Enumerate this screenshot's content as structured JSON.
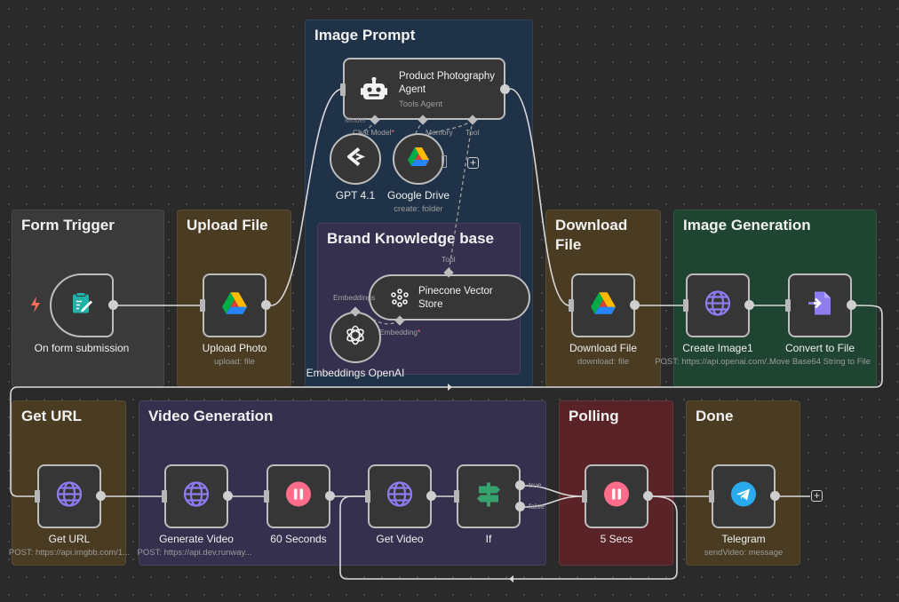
{
  "groups": {
    "image_prompt": "Image Prompt",
    "brand_kb": "Brand Knowledge base",
    "form_trigger": "Form Trigger",
    "upload_file": "Upload File",
    "download_file": "Download File",
    "image_generation": "Image Generation",
    "get_url": "Get URL",
    "video_generation": "Video Generation",
    "polling": "Polling",
    "done": "Done"
  },
  "agent": {
    "title": "Product Photography Agent",
    "subtitle": "Tools Agent"
  },
  "agent_ports": {
    "chat_model": "Chat Model",
    "required_mark": "*",
    "memory": "Memory",
    "tool": "Tool",
    "model_hint": "Model"
  },
  "sub_nodes": {
    "gpt": "GPT 4.1",
    "gdrive": "Google Drive",
    "gdrive_sub": "create: folder",
    "pinecone": "Pinecone Vector Store",
    "embeddings_label": "Embeddings",
    "embedding_label": "Embedding",
    "embeddings_openai": "Embeddings OpenAI",
    "tool_label": "Tool"
  },
  "nodes": {
    "form": {
      "label": "On form submission"
    },
    "upload": {
      "label": "Upload Photo",
      "sub": "upload: file"
    },
    "download": {
      "label": "Download File",
      "sub": "download: file"
    },
    "create_image": {
      "label": "Create Image1",
      "sub": "POST: https://api.openai.com/..."
    },
    "convert": {
      "label": "Convert to File",
      "sub": "Move Base64 String to File"
    },
    "get_url": {
      "label": "Get URL",
      "sub": "POST: https://api.imgbb.com/1..."
    },
    "gen_video": {
      "label": "Generate Video",
      "sub": "POST: https://api.dev.runway..."
    },
    "wait60": {
      "label": "60 Seconds"
    },
    "get_video": {
      "label": "Get Video"
    },
    "if": {
      "label": "If",
      "true": "true",
      "false": "false"
    },
    "wait5": {
      "label": "5 Secs"
    },
    "telegram": {
      "label": "Telegram",
      "sub": "sendVideo: message"
    }
  },
  "colors": {
    "canvas": "#2a2a2a",
    "group_gray": "#3a3a3a",
    "group_brown": "#4a3c22",
    "group_blue": "#1f3248",
    "group_purple": "#36304f",
    "group_green": "#1f4532",
    "group_red": "#5a2328",
    "wire": "#d9d9d9"
  },
  "icons": {
    "form": "form-icon",
    "trigger": "lightning-icon",
    "robot": "robot-icon",
    "gdrive": "google-drive-icon",
    "globe": "globe-icon",
    "pause": "pause-icon",
    "convert": "convert-file-icon",
    "if": "signpost-icon",
    "telegram": "telegram-icon",
    "openai": "openai-icon",
    "pinecone": "pinecone-icon",
    "gpt": "gpt-model-icon",
    "plus": "plus-icon"
  }
}
